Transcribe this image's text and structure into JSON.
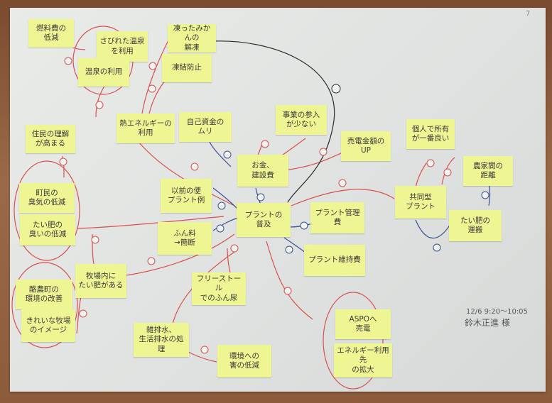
{
  "notes": [
    {
      "id": "n1",
      "text": "燃料費の\n低減"
    },
    {
      "id": "n2",
      "text": "さびれた温泉\nを利用"
    },
    {
      "id": "n3",
      "text": "温泉の利用"
    },
    {
      "id": "n4",
      "text": "凍ったみかんの\n解凍"
    },
    {
      "id": "n5",
      "text": "凍結防止"
    },
    {
      "id": "n6",
      "text": "熱エネルギーの\n利用"
    },
    {
      "id": "n7",
      "text": "住民の理解\nが高まる"
    },
    {
      "id": "n8",
      "text": "自己資金の\nムリ"
    },
    {
      "id": "n9",
      "text": "事業の参入\nが少ない"
    },
    {
      "id": "n10",
      "text": "売電金額の\nUP"
    },
    {
      "id": "n11",
      "text": "個人で所有\nが一番良い"
    },
    {
      "id": "n12",
      "text": "お金、\n建設費"
    },
    {
      "id": "n13",
      "text": "農家間の\n距離"
    },
    {
      "id": "n14",
      "text": "町民の\n臭気の低減"
    },
    {
      "id": "n15",
      "text": "以前の便\nプラント例"
    },
    {
      "id": "n16",
      "text": "プラントの\n普及"
    },
    {
      "id": "n17",
      "text": "プラント管理費"
    },
    {
      "id": "n18",
      "text": "共同型\nプラント"
    },
    {
      "id": "n19",
      "text": "たい肥の\n臭いの低減"
    },
    {
      "id": "n20",
      "text": "たい肥の\n運搬"
    },
    {
      "id": "n21",
      "text": "ふん料\n→簡断"
    },
    {
      "id": "n22",
      "text": "プラント維持費"
    },
    {
      "id": "n23",
      "text": "牧場内に\nたい肥がある"
    },
    {
      "id": "n24",
      "text": "酪農町の\n環境の改善"
    },
    {
      "id": "n25",
      "text": "きれいな牧場\nのイメージ"
    },
    {
      "id": "n26",
      "text": "フリーストール\nでのふん尿"
    },
    {
      "id": "n27",
      "text": "ASPOへ\n売電"
    },
    {
      "id": "n28",
      "text": "エネルギー利用先\nの拡大"
    },
    {
      "id": "n29",
      "text": "雑排水、\n生活排水の処理"
    },
    {
      "id": "n30",
      "text": "環境への\n害の低減"
    }
  ],
  "annotations": {
    "date_line": "12/6 9:20〜10:05",
    "author": "鈴木正進 様",
    "corner_mark": "7"
  },
  "colors": {
    "sticky": "#eef593",
    "red_ink": "#d9504e",
    "blue_ink": "#3a4f8e",
    "black_ink": "#2b2b2b",
    "paper": "#e3e6e3"
  }
}
